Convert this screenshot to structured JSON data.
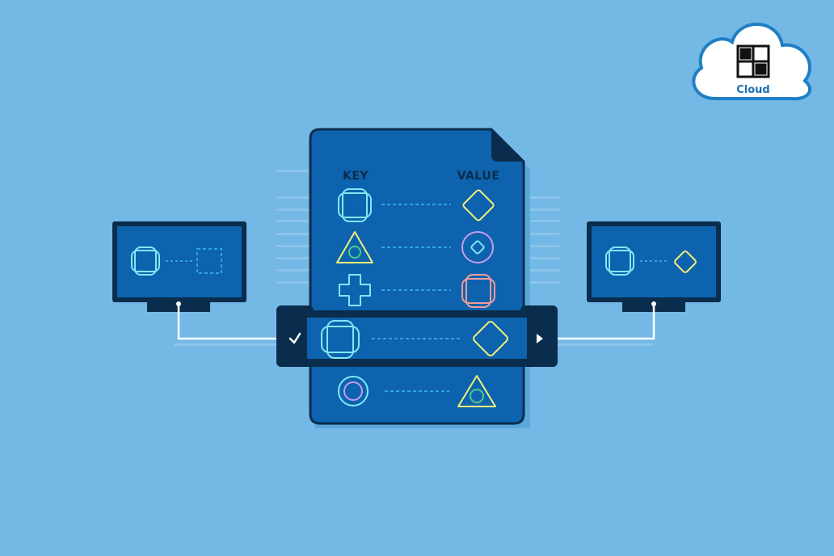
{
  "logo": {
    "text": "Cloud"
  },
  "table": {
    "key_header": "KEY",
    "value_header": "VALUE"
  },
  "colors": {
    "background": "#74b8e6",
    "document": "#0d63ad",
    "document_border": "#0a2d4d",
    "dark": "#0a2d4d",
    "cyan": "#7fe8f5",
    "yellow": "#f2f07a",
    "pink": "#f29b9b",
    "purple": "#c89af0",
    "green": "#4fc98a",
    "dash": "#2fa3ea",
    "white": "#ffffff"
  },
  "icons": {
    "row1_key": "rounded-cross-icon",
    "row1_value": "diamond-icon",
    "row2_key": "triangle-circle-icon",
    "row2_value": "circle-diamond-icon",
    "row3_key": "plus-icon",
    "row3_value": "rounded-cross-icon",
    "row4_key": "rounded-cross-icon",
    "row4_value": "diamond-icon",
    "row5_key": "ring-icon",
    "row5_value": "triangle-circle-icon",
    "left_connector": "check-icon",
    "right_connector": "play-icon"
  }
}
